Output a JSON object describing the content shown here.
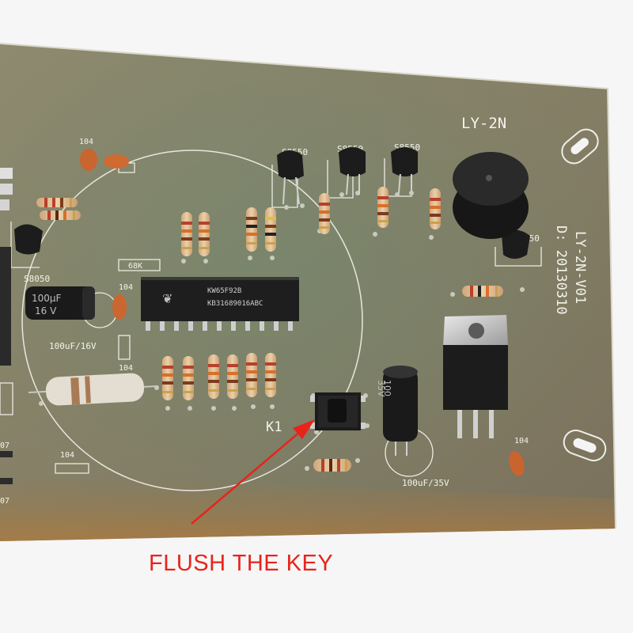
{
  "board": {
    "model": "LY-2N",
    "version": "LY-2N-V01",
    "date": "D: 20130310",
    "key_label": "K1",
    "cap_small": "104",
    "cap_left_label": "100uF/16V",
    "cap_right_label": "100uF/35V",
    "resistor_label": "68K",
    "transistor_label": "S8550",
    "transistor_label_left": "S8050",
    "transistor_label_right": "050",
    "ic_line1": "KW65F92B",
    "ic_line2": "KB31689016ABC",
    "cap_left_body_1": "100µF",
    "cap_left_body_2": "16 V",
    "cap_right_body_1": "100",
    "cap_right_body_2": "35V",
    "edge_label_top": "07",
    "edge_label_bottom": "07"
  },
  "annotation": {
    "text": "FLUSH THE KEY",
    "color": "#e8231b"
  }
}
